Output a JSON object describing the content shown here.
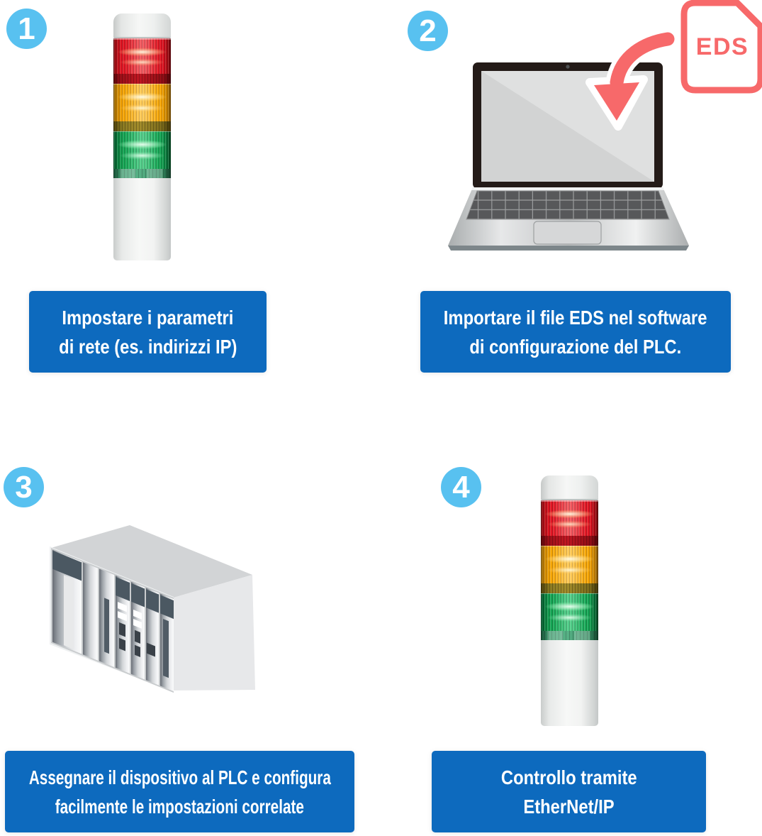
{
  "steps": [
    {
      "number": "1",
      "line1": "Impostare i parametri",
      "line2": "di rete (es. indirizzi IP)"
    },
    {
      "number": "2",
      "line1": "Importare il file EDS nel software",
      "line2": "di configurazione del PLC.",
      "eds_label": "EDS"
    },
    {
      "number": "3",
      "line1": "Assegnare il dispositivo al PLC e configura",
      "line2": "facilmente le impostazioni correlate"
    },
    {
      "number": "4",
      "line1": "Controllo tramite",
      "line2": "EtherNet/IP"
    }
  ],
  "colors": {
    "background": "#ffffff",
    "step_badge_blue": "#58c1f0",
    "caption_box_blue": "#0d6abe",
    "caption_text": "#ffffff",
    "eds_coral": "#f7696a",
    "tower_red": "#e01322",
    "tower_amber": "#f5a300",
    "tower_green": "#12a050",
    "tower_body_white": "#f2f3f2",
    "plc_gray": "#d2d4d6",
    "laptop_key_gray": "#57585a"
  }
}
